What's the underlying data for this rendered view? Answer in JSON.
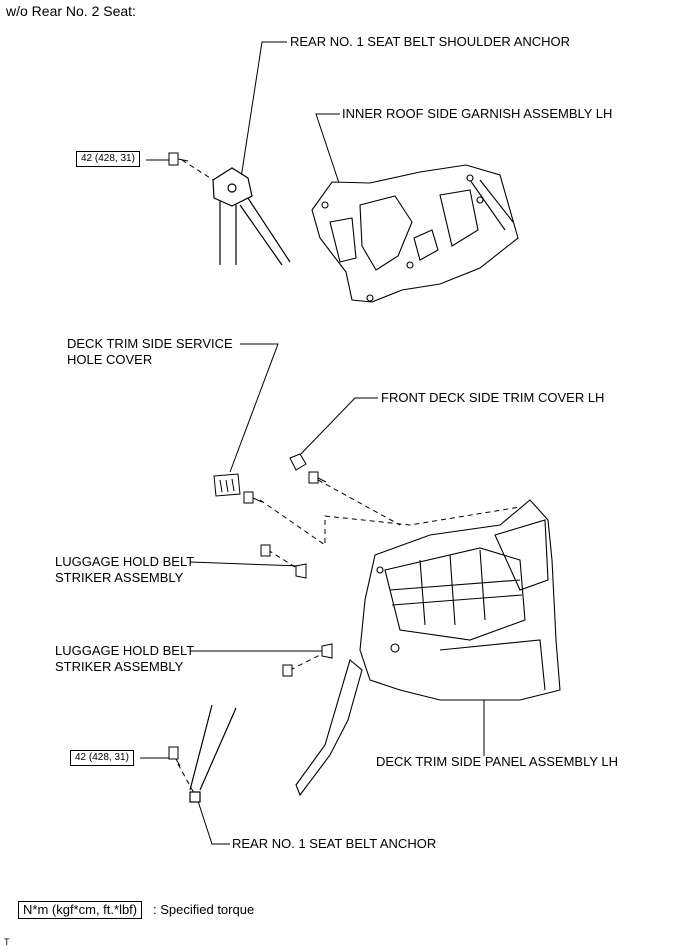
{
  "heading": "w/o Rear No. 2 Seat:",
  "labels": {
    "shoulder_anchor": "REAR NO. 1 SEAT BELT SHOULDER ANCHOR",
    "inner_roof_garnish": "INNER ROOF SIDE GARNISH ASSEMBLY LH",
    "service_hole_cover_1": "DECK TRIM SIDE SERVICE",
    "service_hole_cover_2": "HOLE COVER",
    "front_deck_cover": "FRONT DECK SIDE TRIM COVER LH",
    "striker_upper_1": "LUGGAGE HOLD BELT",
    "striker_upper_2": "STRIKER ASSEMBLY",
    "striker_lower_1": "LUGGAGE HOLD BELT",
    "striker_lower_2": "STRIKER ASSEMBLY",
    "deck_panel": "DECK TRIM SIDE PANEL ASSEMBLY LH",
    "belt_anchor": "REAR NO. 1 SEAT BELT ANCHOR"
  },
  "torque": {
    "upper": "42 (428, 31)",
    "lower": "42 (428, 31)"
  },
  "legend": {
    "unit": "N*m (kgf*cm, ft.*lbf)",
    "description": ": Specified torque"
  },
  "corner_mark": "T"
}
